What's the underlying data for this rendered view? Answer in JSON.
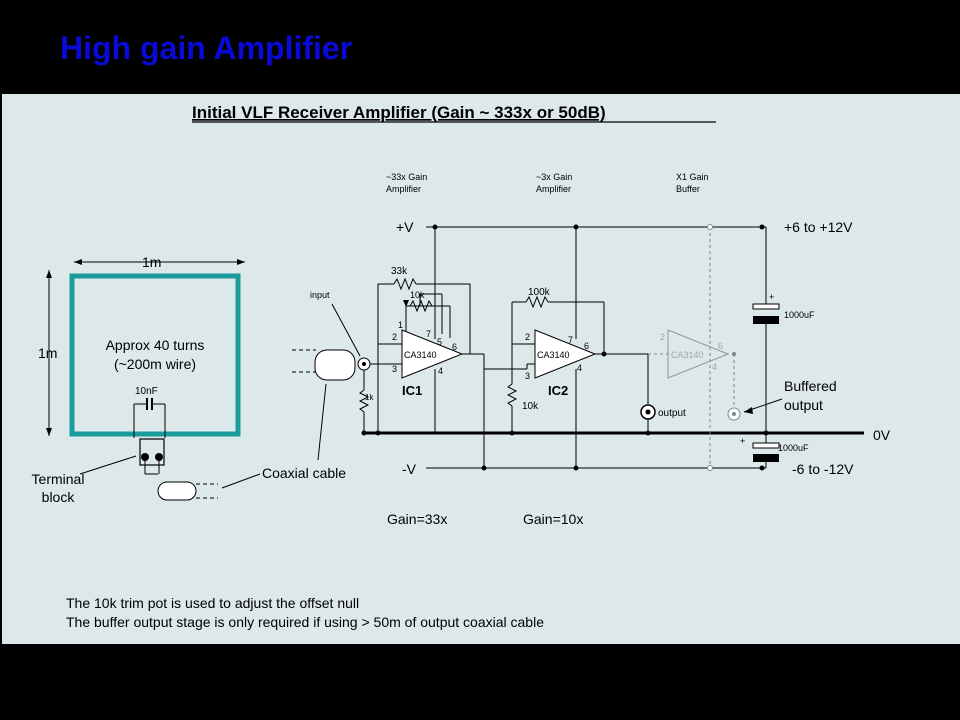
{
  "slide_title": "High gain Amplifier",
  "diagram_title": "Initial VLF Receiver Amplifier  (Gain ~ 333x or 50dB)",
  "stages": {
    "stage1_line1": "~33x Gain",
    "stage1_line2": "Amplifier",
    "stage2_line1": "~3x Gain",
    "stage2_line2": "Amplifier",
    "stage3_line1": "X1 Gain",
    "stage3_line2": "Buffer"
  },
  "loop": {
    "width_label": "1m",
    "height_label": "1m",
    "turns_line1": "Approx 40 turns",
    "turns_line2": "(~200m wire)",
    "cap_label": "10nF",
    "terminal_line1": "Terminal",
    "terminal_line2": "block",
    "coax_label": "Coaxial cable"
  },
  "rails": {
    "pos_label": "+V",
    "neg_label": "-V",
    "pos_supply": "+6 to +12V",
    "neg_supply": "-6 to -12V",
    "ground": "0V"
  },
  "components": {
    "input_label": "input",
    "r_33k": "33k",
    "pot_10k": "10k",
    "r_1k": "1k",
    "r_100k": "100k",
    "r_10k": "10k",
    "ic_part": "CA3140",
    "ic1_name": "IC1",
    "ic2_name": "IC2",
    "cap_1000uF": "1000uF",
    "cap_plus": "+",
    "output_label": "output",
    "buffered_line1": "Buffered",
    "buffered_line2": "output",
    "pin1": "1",
    "pin2": "2",
    "pin3": "3",
    "pin4": "4",
    "pin5": "5",
    "pin6": "6",
    "pin7": "7"
  },
  "gains": {
    "gain1": "Gain=33x",
    "gain2": "Gain=10x"
  },
  "notes": {
    "line1": "The 10k trim pot is used to adjust the offset null",
    "line2": "The buffer output stage is only required if using > 50m of output coaxial cable"
  },
  "colors": {
    "title": "#0a0ad8",
    "loop": "#1a9c9c",
    "panel": "#dde8ea"
  }
}
